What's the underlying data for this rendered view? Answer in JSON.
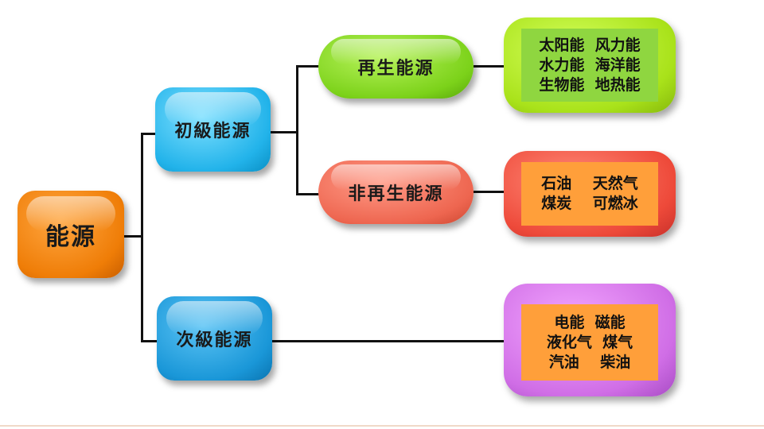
{
  "root": {
    "label": "能源"
  },
  "primary": {
    "label": "初級能源"
  },
  "secondary": {
    "label": "次級能源"
  },
  "renewable": {
    "label": "再生能源",
    "items": [
      "太阳能  风力能",
      "水力能  海洋能",
      "生物能  地热能"
    ]
  },
  "nonrenewable": {
    "label": "非再生能源",
    "items": [
      "石油    天然气",
      "煤炭    可燃冰"
    ]
  },
  "secondary_items": [
    "电能  磁能",
    "液化气  煤气",
    "汽油    柴油"
  ],
  "colors": {
    "root": "#ef7d07",
    "primary": "#22b3ea",
    "secondary": "#1a97d8",
    "renewable": "#7cd21a",
    "nonrenewable": "#ee6650",
    "renew_box": "#a9e21a",
    "nonrenew_box": "#ee4a3a",
    "secondary_box": "#d06ee6"
  }
}
